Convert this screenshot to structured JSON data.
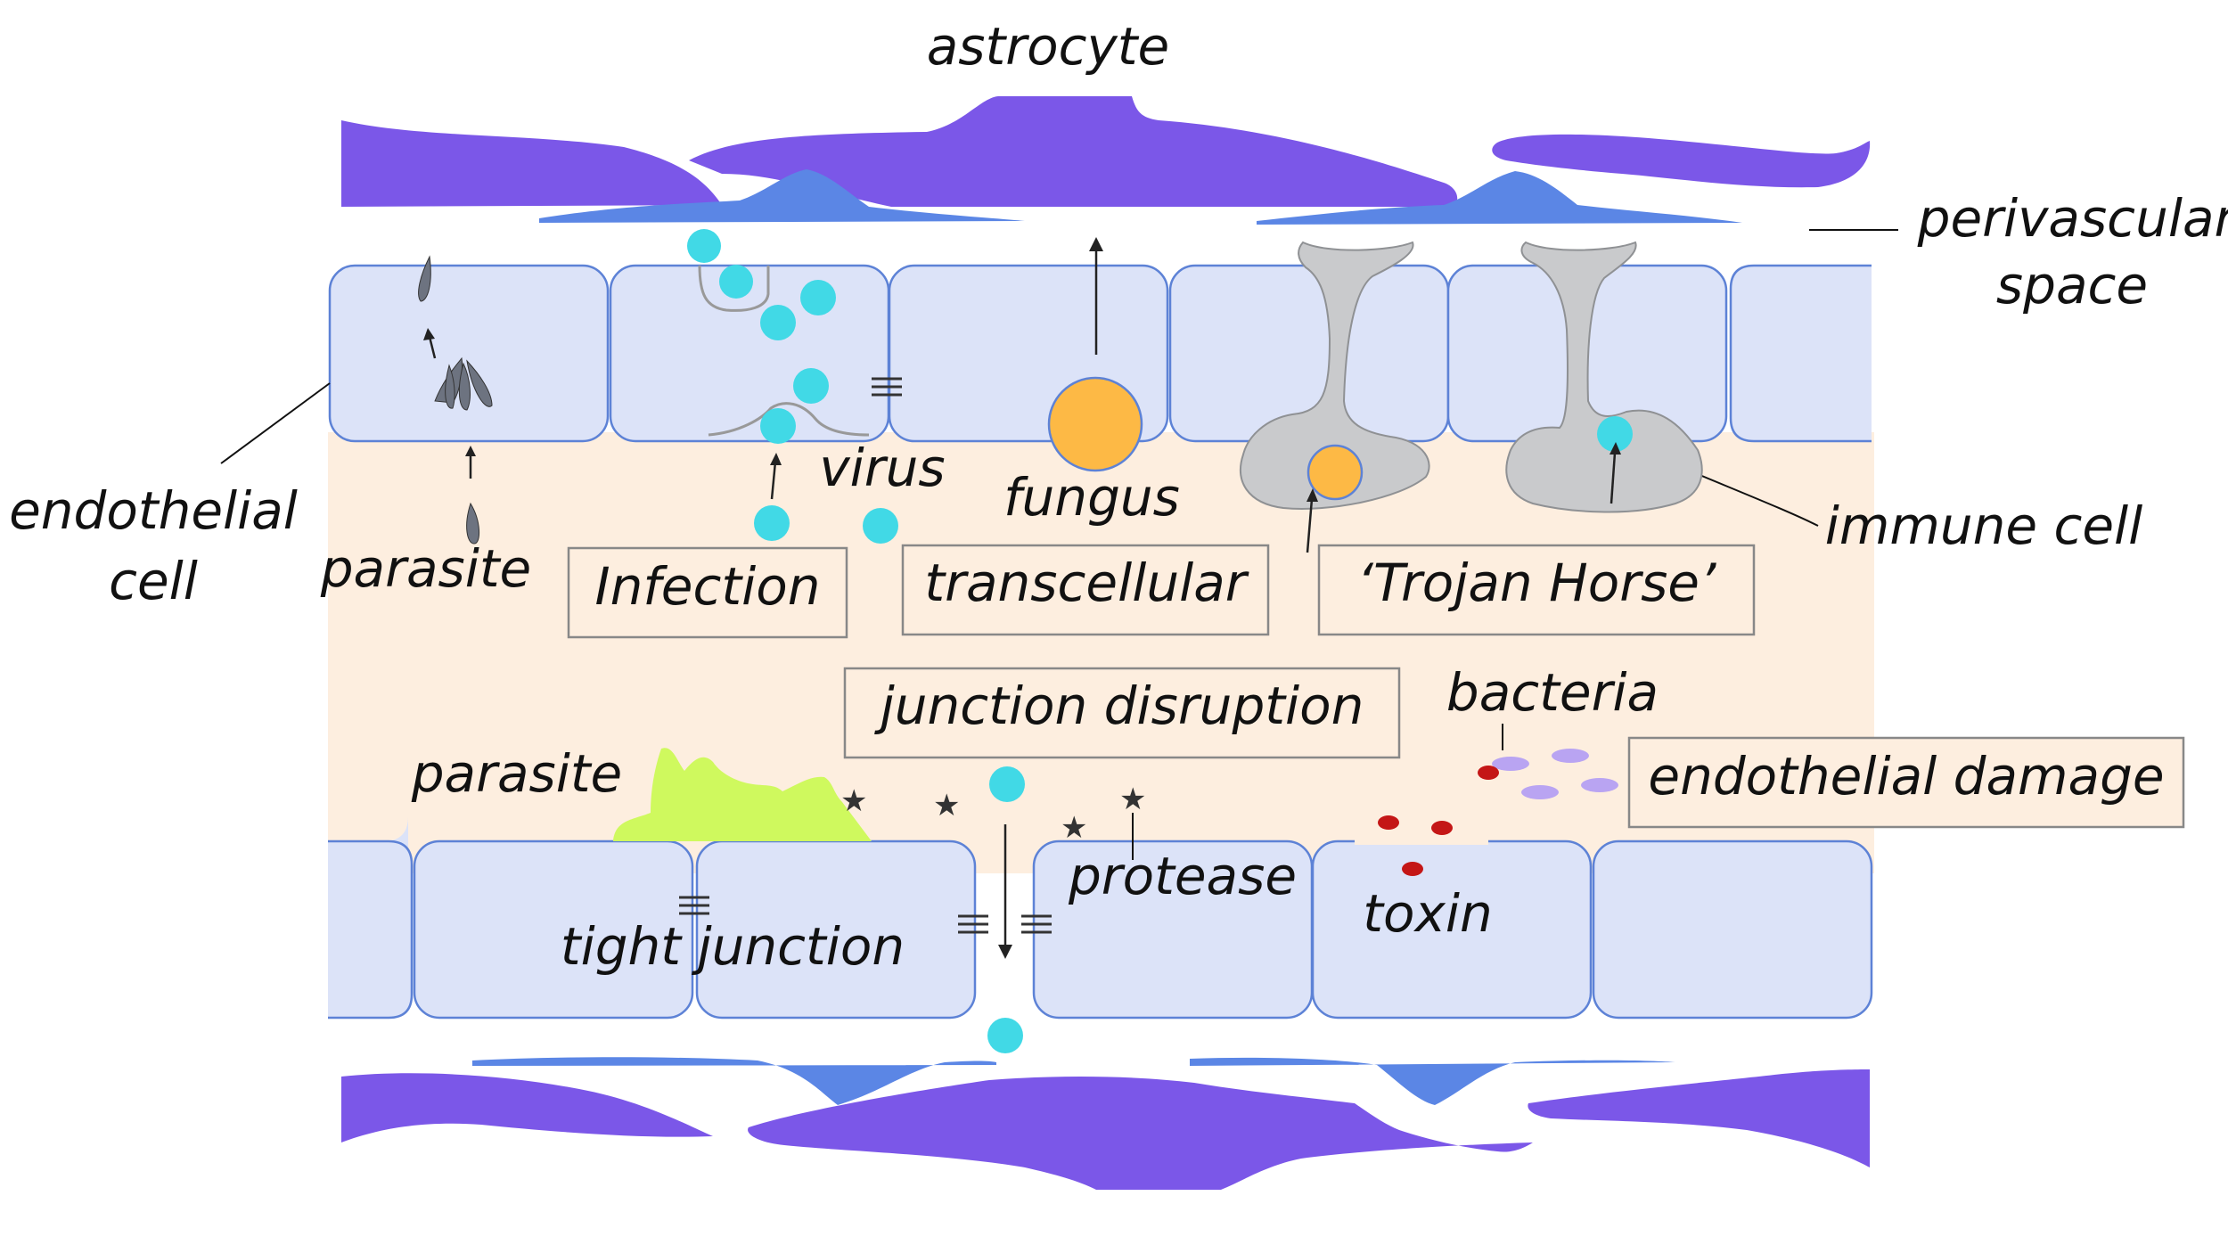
{
  "labels": {
    "astrocyte": "astrocyte",
    "perivascular": "perivascular",
    "space": "space",
    "endothelial": "endothelial",
    "cell": "cell",
    "parasite_top": "parasite",
    "virus": "virus",
    "fungus": "fungus",
    "immune_cell": "immune cell",
    "bacteria": "bacteria",
    "parasite_bottom": "parasite",
    "protease": "protease",
    "toxin": "toxin",
    "tight_junction": "tight junction"
  },
  "mechanisms": {
    "infection": "Infection",
    "transcellular": "transcellular",
    "trojan_horse": "‘Trojan Horse’",
    "junction_disruption": "junction disruption",
    "endothelial_damage": "endothelial damage"
  },
  "colors": {
    "astrocyte": "#7B57E8",
    "astrocyte_foot": "#5B86E5",
    "endothelial_fill": "#DCE3F8",
    "endothelial_stroke": "#5D82D6",
    "lumen": "#FDEEDF",
    "virus": "#41D9E6",
    "fungus": "#FDB945",
    "immune_cell": "#C9CACC",
    "parasite_green": "#CFF95E",
    "parasite_gray": "#6D7380",
    "bacteria": "#B9A4F2",
    "toxin": "#C41616"
  }
}
